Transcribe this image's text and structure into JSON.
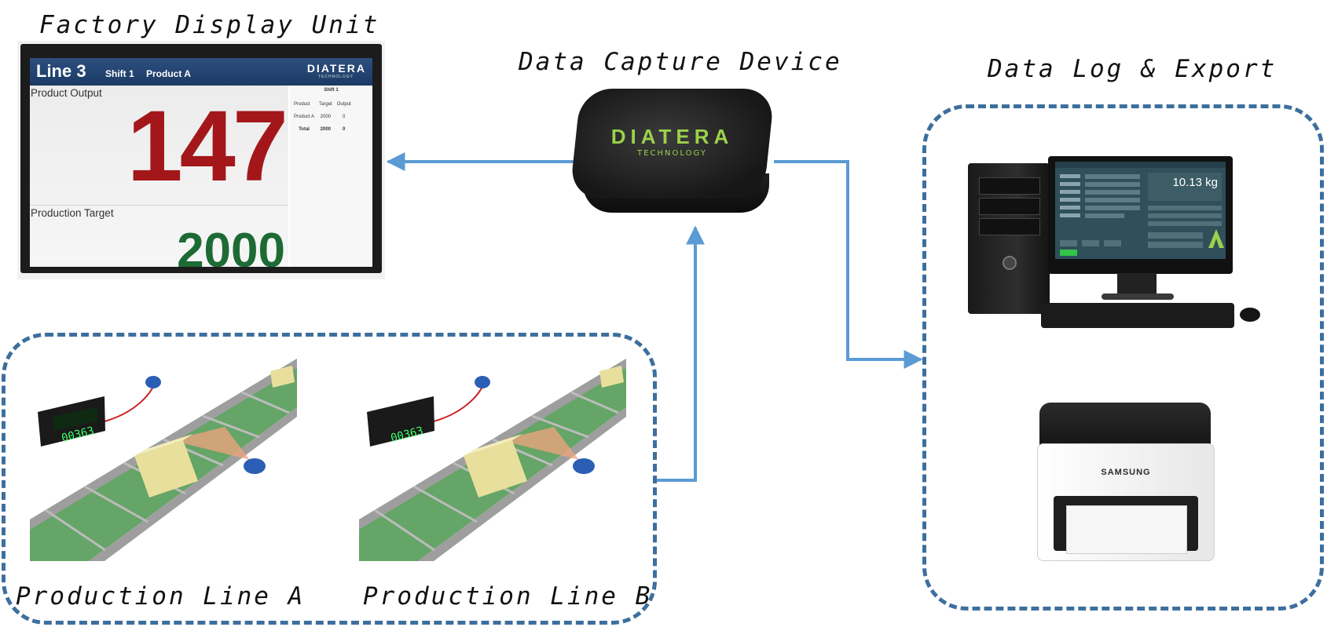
{
  "labels": {
    "display": "Factory Display Unit",
    "capture": "Data Capture Device",
    "log": "Data Log & Export",
    "line_a": "Production Line A",
    "line_b": "Production Line B"
  },
  "display_screen": {
    "line": "Line 3",
    "shift": "Shift 1",
    "product": "Product A",
    "brand": "DIATERA",
    "brand_sub": "TECHNOLOGY",
    "output_label": "Product Output",
    "output_value": "147",
    "target_label": "Production Target",
    "target_value": "2000",
    "table": {
      "title": "Shift 1",
      "headers": [
        "Product",
        "Target",
        "Output"
      ],
      "rows": [
        [
          "Product A",
          "2000",
          "0"
        ],
        [
          "Total",
          "2000",
          "0"
        ]
      ]
    }
  },
  "device": {
    "brand": "DIATERA",
    "sub": "TECHNOLOGY"
  },
  "lines": {
    "counter_reading": "00363"
  },
  "pc": {
    "weight": "10.13 kg"
  },
  "printer": {
    "brand": "SAMSUNG"
  },
  "colors": {
    "arrow": "#5b9bd5",
    "dash": "#3d6f9e",
    "brand_green": "#9bd14a",
    "output_red": "#a3171a",
    "target_green": "#1e6a35"
  },
  "icons": [
    "lcd-monitor-icon",
    "capture-device-icon",
    "conveyor-icon",
    "desktop-pc-icon",
    "printer-icon"
  ]
}
